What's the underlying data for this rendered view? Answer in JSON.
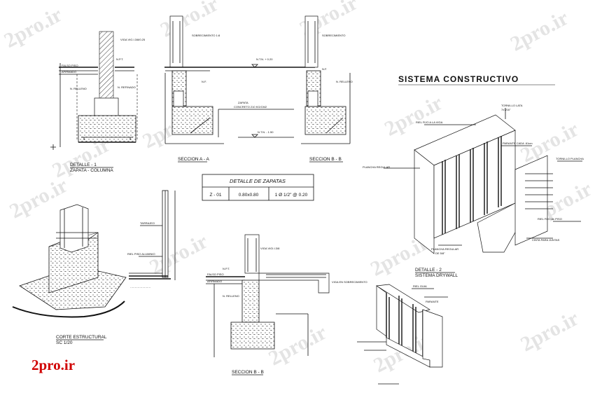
{
  "watermark": {
    "text": "2pro.ir",
    "logo_text": "2pro.ir",
    "logo_color": "#d00000"
  },
  "detail1": {
    "title": "DETALLE - 1",
    "subtitle": "ZAPATA - COLUMNA",
    "labels": [
      "VIGA VIG.I.3/8/0.25",
      "N.P.T.",
      "FALSO PISO",
      "AFIRMADO",
      "N. RELLENO",
      "N. REFINADO"
    ]
  },
  "seccion_aa": {
    "title": "SECCION A - A",
    "labels": [
      "SOBRECIMIENTO 1:8",
      "N.T.N. + 0.20",
      "N.F.",
      "ZAPATA",
      "CONCRETO 210 KG/CM2",
      "N.T.N. - 1.50"
    ]
  },
  "seccion_bb_top": {
    "title": "SECCION B - B",
    "labels": [
      "SOBRECIMIENTO",
      "N.F.",
      "N. RELLENO"
    ]
  },
  "table": {
    "title": "DETALLE  DE  ZAPATAS",
    "row": [
      "Z - 01",
      "0.80x0.80",
      "1 Ø 1/2\" @ 0.20"
    ]
  },
  "section_title": "SISTEMA CONSTRUCTIVO",
  "drywall": {
    "labels": {
      "riel": "RIEL FIJO A LA VIGA",
      "tornillo": "TORNILLO LATA",
      "tornillo_size": "7x7/16\"",
      "parante": "PARANTE CADA .61cm",
      "plancha_regular": "PLANCHA REGULAR",
      "tornillo_plancha": "TORNILLO PLANCHA",
      "riel_piso": "RIEL FIJO AL PISO",
      "cinta": "CINTA PARA JUNTAS",
      "plancha_58": "PLANCHA REGULAR",
      "plancha_58_b": "DE 5/8\""
    },
    "title": "DETALLE - 2",
    "subtitle": "SISTEMA DRYWALL"
  },
  "corte": {
    "title": "CORTE ESTRUCTURAL",
    "scale": "SC 1/20"
  },
  "wall_detail": {
    "labels": [
      "TARRAJEO",
      "RIEL PISO ALUMINIO"
    ]
  },
  "seccion_bb_bottom": {
    "title": "SECCION B - B",
    "labels": [
      "VIGA VIGI.I.3/8",
      "N.P.T.",
      "FALSO PISO",
      "AFIRMADO",
      "N. RELLENO",
      "VIGA EN SOBRECIMIENTO"
    ]
  },
  "drywall_frame": {
    "labels": [
      "RIEL GUIA",
      "PARANTE"
    ]
  }
}
